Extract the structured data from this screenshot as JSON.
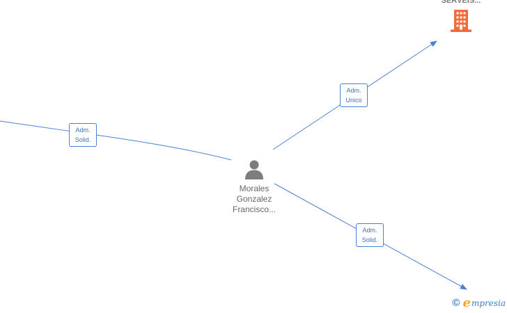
{
  "nodes": {
    "center_person": {
      "name_lines": [
        "Morales",
        "Gonzalez",
        "Francisco..."
      ],
      "icon": "person-icon"
    },
    "company_top_right": {
      "name": "SERVEIS...",
      "icon": "building-icon"
    }
  },
  "edges": [
    {
      "id": "edge-left",
      "label_lines": [
        "Adm.",
        "Solid."
      ]
    },
    {
      "id": "edge-top-right",
      "label_lines": [
        "Adm.",
        "Unico"
      ]
    },
    {
      "id": "edge-bottom-right",
      "label_lines": [
        "Adm.",
        "Solid."
      ]
    }
  ],
  "brand": {
    "copyright_symbol": "©",
    "initial": "e",
    "rest": "mpresia"
  },
  "colors": {
    "edge": "#4a7fd4",
    "company_icon": "#f26b3a",
    "person_icon": "#7d7d7d",
    "brand_blue": "#3a7fc8",
    "brand_orange": "#f5a623"
  }
}
